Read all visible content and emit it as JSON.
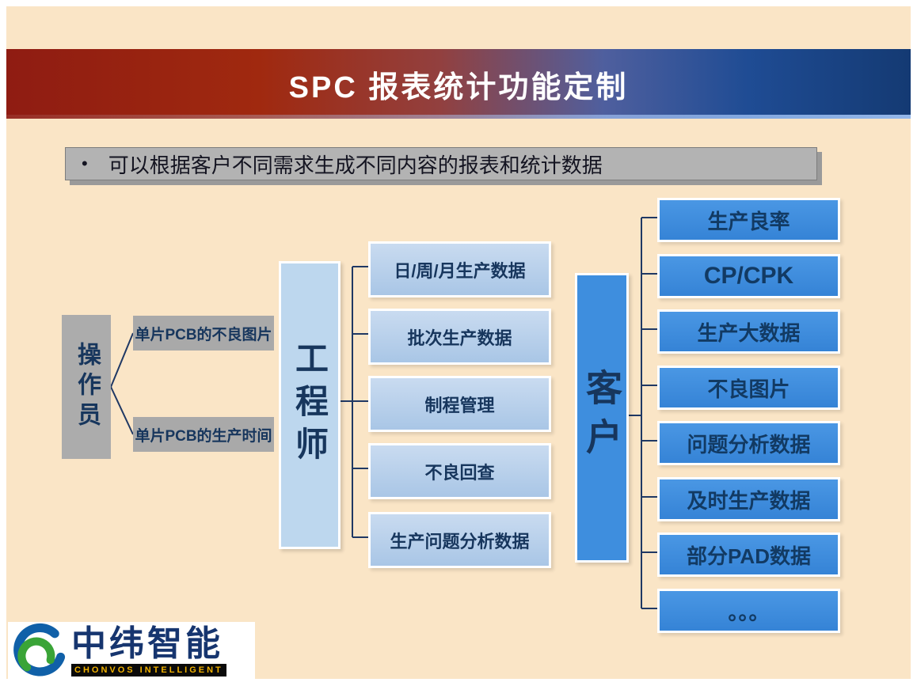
{
  "slide": {
    "title": "SPC 报表统计功能定制",
    "bullet_marker": "•",
    "bullet": "可以根据客户不同需求生成不同内容的报表和统计数据"
  },
  "diagram": {
    "operator": {
      "label": "操作员",
      "items": [
        "单片PCB的不良图片",
        "单片PCB的生产时间"
      ]
    },
    "engineer": {
      "label": "工程师",
      "items": [
        "日/周/月生产数据",
        "批次生产数据",
        "制程管理",
        "不良回查",
        "生产问题分析数据"
      ]
    },
    "customer": {
      "label": "客户",
      "items": [
        "生产良率",
        "CP/CPK",
        "生产大数据",
        "不良图片",
        "问题分析数据",
        "及时生产数据",
        "部分PAD数据",
        "。。。"
      ]
    }
  },
  "logo": {
    "name": "中纬智能",
    "subtitle": "CHONVOS INTELLIGENT"
  },
  "colors": {
    "banner_red": "#8f1c12",
    "banner_blue": "#143a73",
    "light_blue": "#bdd7ee",
    "blue": "#3e8ede",
    "gray": "#acacac",
    "text_navy": "#17365d",
    "background": "#fae5c6"
  }
}
